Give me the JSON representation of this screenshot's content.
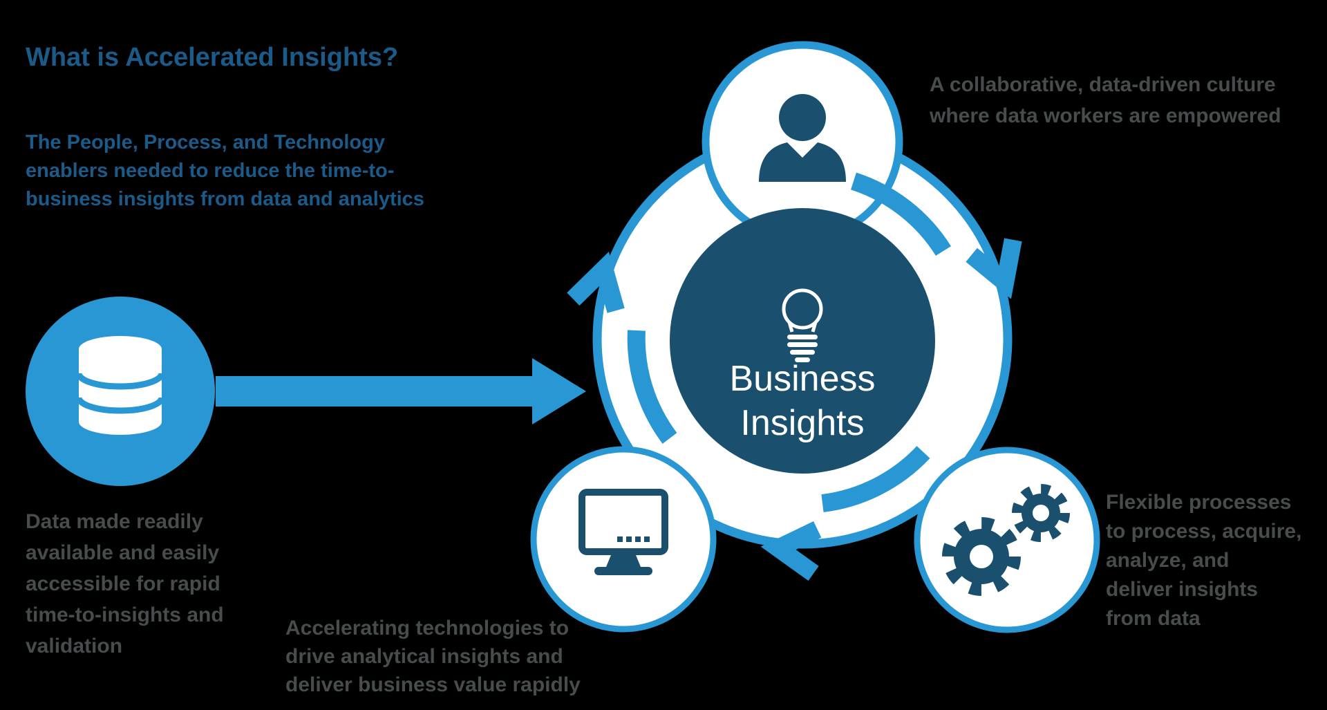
{
  "title": "What is Accelerated Insights?",
  "intro": {
    "lines": [
      "The People, Process, and Technology",
      "enablers needed to reduce the time-to-",
      "business insights from data and analytics"
    ]
  },
  "diagram": {
    "center": {
      "icon": "lightbulb-icon",
      "label_lines": [
        "Business",
        "Insights"
      ]
    },
    "flow_direction": "clockwise",
    "nodes": [
      {
        "id": "people",
        "icon": "person-icon"
      },
      {
        "id": "process",
        "icon": "monitor-icon"
      },
      {
        "id": "technology",
        "icon": "gears-icon"
      }
    ],
    "data_source": {
      "icon": "database-icon"
    }
  },
  "captions": {
    "people": {
      "lines": [
        "A collaborative, data-driven culture",
        "where data workers are empowered"
      ]
    },
    "technology": {
      "lines": [
        "Flexible processes",
        "to process, acquire,",
        "analyze, and",
        "deliver insights",
        "from data"
      ]
    },
    "process": {
      "lines": [
        "Accelerating technologies to",
        "drive analytical insights and",
        "deliver business value rapidly"
      ]
    },
    "data_source": {
      "lines": [
        "Data made readily",
        "available and easily",
        "accessible for rapid",
        "time-to-insights and",
        "validation"
      ]
    }
  },
  "colors": {
    "background": "#000000",
    "accent_blue": "#2997d4",
    "navy": "#1a506e",
    "heading_blue": "#1b5b8a",
    "caption_gray": "#474c4d",
    "white": "#ffffff"
  }
}
